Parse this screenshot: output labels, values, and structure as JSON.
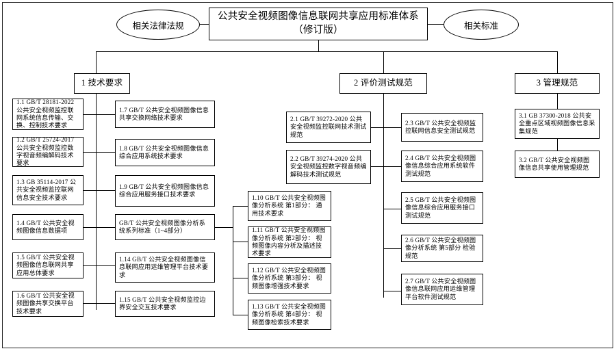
{
  "diagram": {
    "title": "公共安全视频图像信息联网共享应用标准体系（修订版）",
    "root": {
      "line1": "公共安全视频图像信息联网共享应用标准体系",
      "line2": "（修订版）"
    },
    "left_ellipse": "相关法律法规",
    "right_ellipse": "相关标准",
    "categories": [
      {
        "id": "cat1",
        "label": "1 技术要求"
      },
      {
        "id": "cat2",
        "label": "2 评价测试规范"
      },
      {
        "id": "cat3",
        "label": "3 管理规范"
      }
    ],
    "tech_column_1": [
      {
        "id": "n11",
        "text": "1.1 GB/T 28181-2022 公共安全视频监控联网系统信息传输、交换、控制技术要求"
      },
      {
        "id": "n12",
        "text": "1.2 GB/T 25724-2017 公共安全视频监控数字视音频编解码技术要求"
      },
      {
        "id": "n13",
        "text": "1.3 GB 35114-2017 公共安全视频监控联网信息安全技术要求"
      },
      {
        "id": "n14",
        "text": "1.4 GB/T 公共安全视频图像信息数据项"
      },
      {
        "id": "n15",
        "text": "1.5 GB/T 公共安全视频图像信息联网共享应用总体要求"
      },
      {
        "id": "n16",
        "text": "1.6 GB/T 公共安全视频图像共享交换平台技术要求"
      }
    ],
    "tech_column_2": [
      {
        "id": "n17",
        "text": "1.7 GB/T 公共安全视频图像信息共享交换网络技术要求"
      },
      {
        "id": "n18",
        "text": "1.8 GB/T 公共安全视频图像信息综合应用系统技术要求"
      },
      {
        "id": "n19",
        "text": "1.9 GB/T 公共安全视频图像信息综合应用服务接口技术要求"
      },
      {
        "id": "nseries",
        "text": "GB/T 公共安全视频图像分析系统系列标准（1~4部分）"
      },
      {
        "id": "n114",
        "text": "1.14 GB/T 公共安全视频图像信息联网应用运维管理平台技术要求"
      },
      {
        "id": "n115",
        "text": "1.15 GB/T 公共安全视频监控边界安全交互技术要求"
      }
    ],
    "tech_column_3": [
      {
        "id": "n110",
        "text": "1.10 GB/T 公共安全视频图像分析系统 第1部分： 通用技术要求"
      },
      {
        "id": "n111",
        "text": "1.11 GB/T 公共安全视频图像分析系统 第2部分： 视频图像内容分析及描述技术要求"
      },
      {
        "id": "n112",
        "text": "1.12 GB/T 公共安全视频图像分析系统 第3部分： 视频图像增强技术要求"
      },
      {
        "id": "n113",
        "text": "1.13 GB/T 公共安全视频图像分析系统 第4部分： 视频图像检索技术要求"
      }
    ],
    "eval_column_1": [
      {
        "id": "n21",
        "text": "2.1 GB/T 39272-2020 公共安全视频监控联网技术测试规范"
      },
      {
        "id": "n22",
        "text": "2.2 GB/T 39274-2020 公共安全视频监控数字视音频编解码技术测试规范"
      }
    ],
    "eval_column_2": [
      {
        "id": "n23",
        "text": "2.3 GB/T 公共安全视频监控联网信息安全测试规范"
      },
      {
        "id": "n24",
        "text": "2.4 GB/T 公共安全视频图像信息综合应用系统软件测试规范"
      },
      {
        "id": "n25",
        "text": "2.5 GB/T 公共安全视频图像信息综合应用服务接口测试规范"
      },
      {
        "id": "n26",
        "text": "2.6 GB/T 公共安全视频图像分析系统 第5部分 检验规范"
      },
      {
        "id": "n27",
        "text": "2.7 GB/T 公共安全视频图像信息联网应用运维管理平台软件测试规范"
      }
    ],
    "manage_column": [
      {
        "id": "n31",
        "text": "3.1 GB 37300-2018 公共安全重点区域视频图像信息采集规范"
      },
      {
        "id": "n32",
        "text": "3.2 GB/T 公共安全视频图像信息共享使用管理规范"
      }
    ],
    "colors": {
      "line": "#000000",
      "border": "#000000",
      "background": "#ffffff",
      "text": "#000000"
    }
  }
}
